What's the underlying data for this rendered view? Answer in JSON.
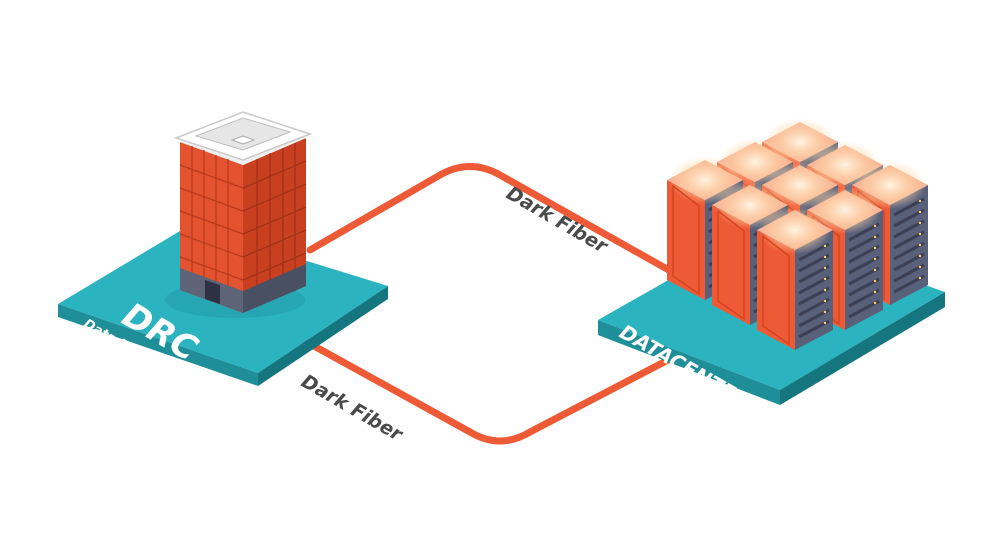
{
  "drc": {
    "title": "DRC",
    "subtitle": "Data Recovery Center"
  },
  "datacenter": {
    "title": "DATACENTER"
  },
  "links": {
    "top_label": "Dark Fiber",
    "bottom_label": "Dark Fiber"
  },
  "colors": {
    "fiber": "#ef5a36",
    "platform_top": "#2bb3c0",
    "platform_side": "#1e8f99",
    "building_brick": "#e4532f",
    "building_window": "#f06a45",
    "server_side": "#ef5a36",
    "server_front": "#59607a",
    "server_glow": "#ffd7a8",
    "label_dark": "#4a4a4a"
  },
  "icons": [
    "office-building-icon",
    "server-rack-icon"
  ]
}
